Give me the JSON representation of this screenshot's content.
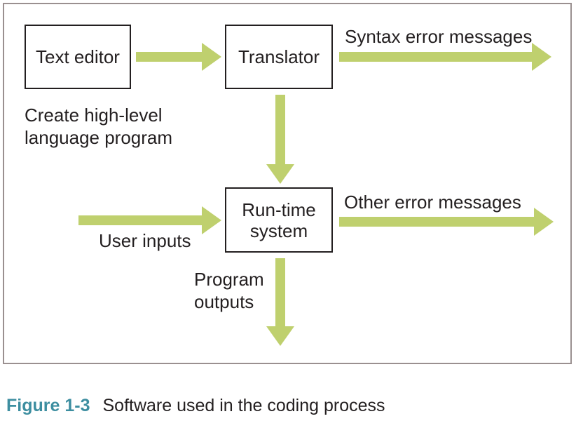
{
  "colors": {
    "arrow": "#bfd06e",
    "frame_border": "#9a9090",
    "box_border": "#231f20",
    "text": "#231f20",
    "caption_label": "#3d8ea0"
  },
  "diagram": {
    "nodes": {
      "text_editor": "Text editor",
      "translator": "Translator",
      "runtime_line1": "Run-time",
      "runtime_line2": "system"
    },
    "labels": {
      "create_line1": "Create high-level",
      "create_line2": "language program",
      "syntax_errors": "Syntax error messages",
      "other_errors": "Other error messages",
      "user_inputs": "User inputs",
      "program_line1": "Program",
      "program_line2": "outputs"
    },
    "edges": [
      {
        "from": "Text editor",
        "to": "Translator"
      },
      {
        "from": "Translator",
        "to": "Syntax error messages"
      },
      {
        "from": "Translator",
        "to": "Run-time system"
      },
      {
        "from": "User inputs",
        "to": "Run-time system"
      },
      {
        "from": "Run-time system",
        "to": "Other error messages"
      },
      {
        "from": "Run-time system",
        "to": "Program outputs"
      }
    ]
  },
  "caption": {
    "figure": "Figure 1-3",
    "text": "Software used in the coding process"
  }
}
